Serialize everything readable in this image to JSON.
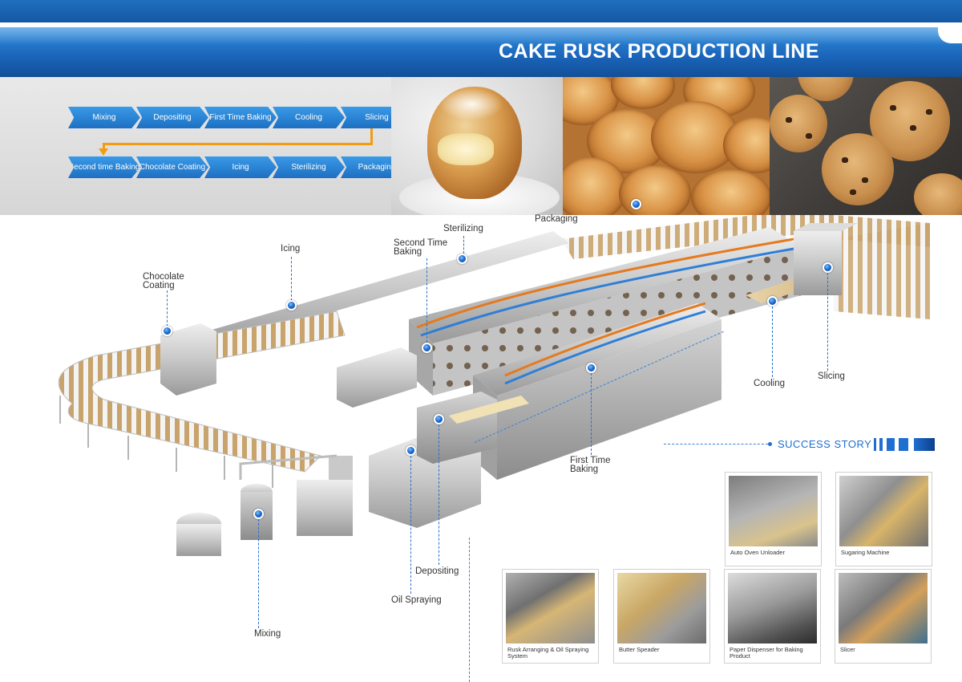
{
  "title": "CAKE RUSK PRODUCTION LINE",
  "process_steps": {
    "row1": [
      "Mixing",
      "Depositing",
      "First Time Baking",
      "Cooling",
      "Slicing"
    ],
    "row2": [
      "Second time Baking",
      "Chocolate Coating",
      "Icing",
      "Sterilizing",
      "Packaging"
    ]
  },
  "callouts": {
    "chocolate_coating": "Chocolate Coating",
    "icing": "Icing",
    "second_time_baking": "Second Time Baking",
    "sterilizing": "Sterilizing",
    "packaging": "Packaging",
    "cooling": "Cooling",
    "slicing": "Slicing",
    "first_time_baking": "First Time Baking",
    "depositing": "Depositing",
    "oil_spraying": "Oil Spraying",
    "mixing": "Mixing"
  },
  "success_story": {
    "title": "SUCCESS STORY",
    "items": [
      "Auto Oven Unloader",
      "Sugaring Machine",
      "Rusk Arranging & Oil Spraying System",
      "Butter Speader",
      "Paper Dispenser for Baking Product",
      "Slicer"
    ]
  },
  "colors": {
    "brand_blue": "#1a64b8",
    "accent_orange": "#f39c12",
    "callout_dot": "#1f6fd1"
  }
}
